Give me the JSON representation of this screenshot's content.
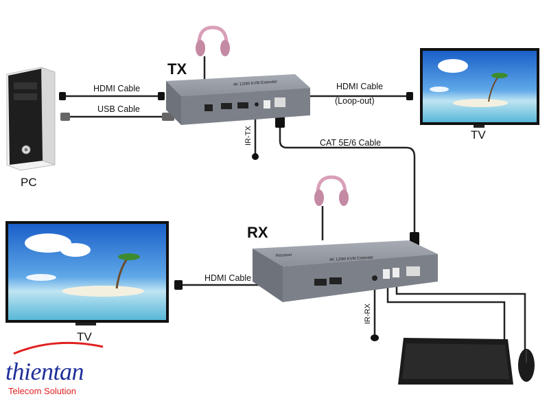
{
  "labels": {
    "tx": "TX",
    "rx": "RX",
    "pc": "PC",
    "tv_top": "TV",
    "tv_left": "TV",
    "hdmi_cable_pc": "HDMI Cable",
    "usb_cable": "USB Cable",
    "hdmi_cable_loop": "HDMI Cable",
    "loop_out": "(Loop-out)",
    "cat_cable": "CAT 5E/6 Cable",
    "hdmi_cable_rx": "HDMI Cable",
    "ir_tx": "IR-TX",
    "ir_rx": "IR-RX",
    "tx_device_text": "4K 120M KVM Extender",
    "rx_device_text": "4K 120M KVM Extender",
    "rx_receiver_text": "Receiver"
  },
  "logo": {
    "name": "thientan",
    "tagline": "Telecom Solution"
  },
  "colors": {
    "device_body": "#8a8f98",
    "device_top": "#9ea3ab",
    "cable": "#222222",
    "headphone": "#d9a0b8",
    "logo_blue": "#1f2f9a",
    "logo_red": "#e02020"
  }
}
